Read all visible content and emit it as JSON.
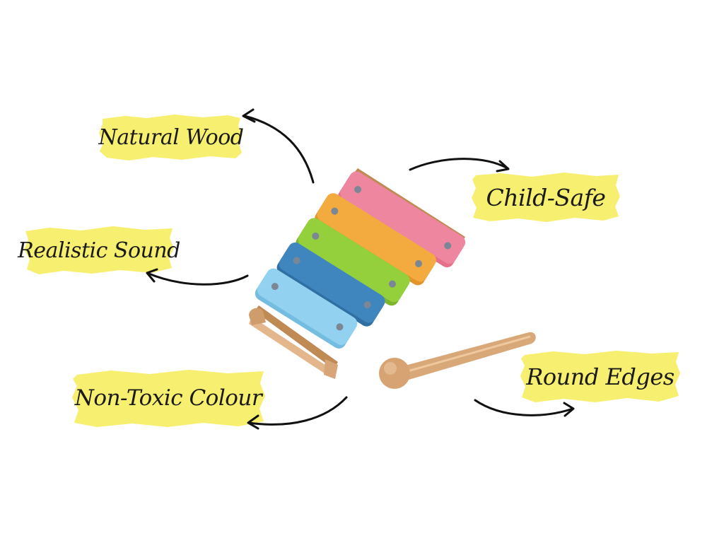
{
  "features": {
    "natural_wood": "Natural Wood",
    "child_safe": "Child-Safe",
    "realistic_sound": "Realistic Sound",
    "round_edges": "Round Edges",
    "non_toxic_colour": "Non-Toxic Colour"
  },
  "colors": {
    "highlight": "#f7ef6f",
    "bar_pink": "#ec7f97",
    "bar_orange": "#f1a63a",
    "bar_green": "#92cc3a",
    "bar_blue": "#3f86bd",
    "bar_light_blue": "#8fd0ee",
    "wood": "#d9a878"
  }
}
